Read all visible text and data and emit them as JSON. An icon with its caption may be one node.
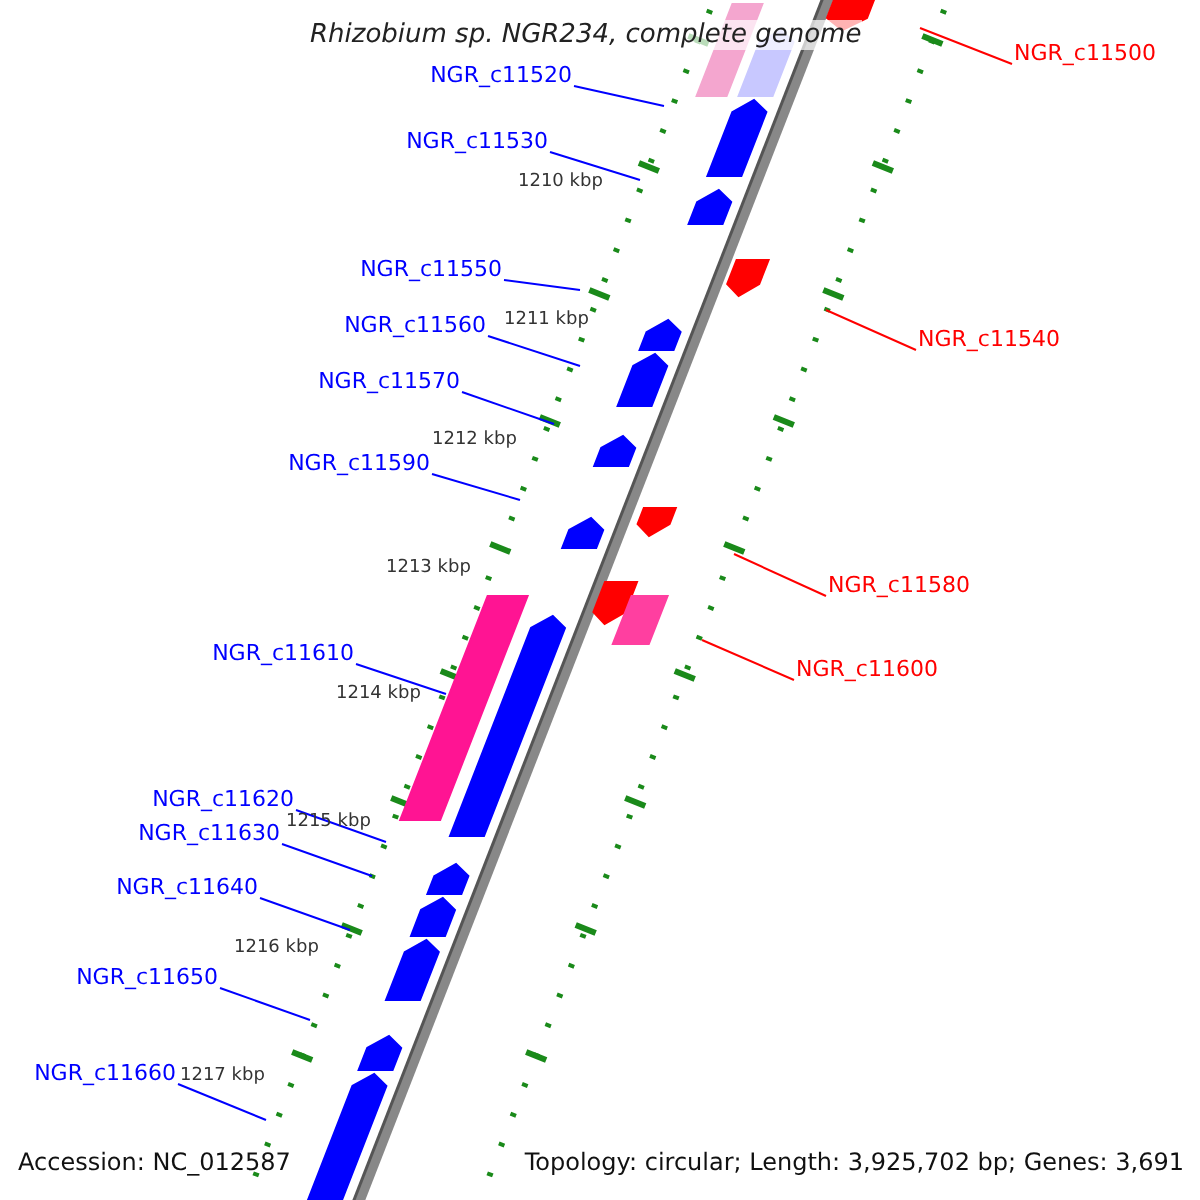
{
  "diagram": {
    "title": "Rhizobium sp. NGR234, complete genome",
    "nodes": [
      {
        "text": [
          "NGR_c11500"
        ]
      },
      {
        "text": [
          "NGR_c11520"
        ]
      },
      {
        "text": [
          "NGR_c11530"
        ]
      },
      {
        "text": [
          "NGR_c11550"
        ]
      },
      {
        "text": [
          "NGR_c11560"
        ]
      },
      {
        "text": [
          "NGR_c11540"
        ]
      },
      {
        "text": [
          "NGR_c11570"
        ]
      },
      {
        "text": [
          "NGR_c11590"
        ]
      },
      {
        "text": [
          "NGR_c11580"
        ]
      },
      {
        "text": [
          "NGR_c11600"
        ]
      },
      {
        "text": [
          "NGR_c11610"
        ]
      },
      {
        "text": [
          "NGR_c11620"
        ]
      },
      {
        "text": [
          "NGR_c11630"
        ]
      },
      {
        "text": [
          "NGR_c11640"
        ]
      },
      {
        "text": [
          "NGR_c11650"
        ]
      },
      {
        "text": [
          "NGR_c11660"
        ]
      }
    ],
    "edges": [
      {
        "from": 0,
        "to": null,
        "arrow": "none",
        "color": "#ff0000"
      },
      {
        "from": 1,
        "to": null,
        "arrow": "none"
      },
      {
        "from": 2,
        "to": null,
        "arrow": "none"
      },
      {
        "from": 3,
        "to": null,
        "arrow": "none"
      },
      {
        "from": 4,
        "to": null,
        "arrow": "none"
      },
      {
        "from": 5,
        "to": null,
        "arrow": "none",
        "color": "#ff0000"
      },
      {
        "from": 6,
        "to": null,
        "arrow": "none"
      },
      {
        "from": 7,
        "to": null,
        "arrow": "none"
      },
      {
        "from": 8,
        "to": null,
        "arrow": "none",
        "color": "#ff0000"
      },
      {
        "from": 9,
        "to": null,
        "arrow": "none",
        "color": "#ff0000"
      },
      {
        "from": 10,
        "to": null,
        "arrow": "none"
      },
      {
        "from": 11,
        "to": null,
        "arrow": "none"
      },
      {
        "from": 12,
        "to": null,
        "arrow": "none"
      },
      {
        "from": 13,
        "to": null,
        "arrow": "none"
      },
      {
        "from": 14,
        "to": null,
        "arrow": "none"
      },
      {
        "from": 15,
        "to": null,
        "arrow": "none"
      }
    ],
    "labels": [
      "1210 kbp",
      "1211 kbp",
      "1212 kbp",
      "1213 kbp",
      "1214 kbp",
      "1215 kbp",
      "1216 kbp",
      "1217 kbp",
      "Accession: NC_012587",
      "Topology: circular; Length: 3,925,702 bp; Genes: 3,691"
    ]
  }
}
